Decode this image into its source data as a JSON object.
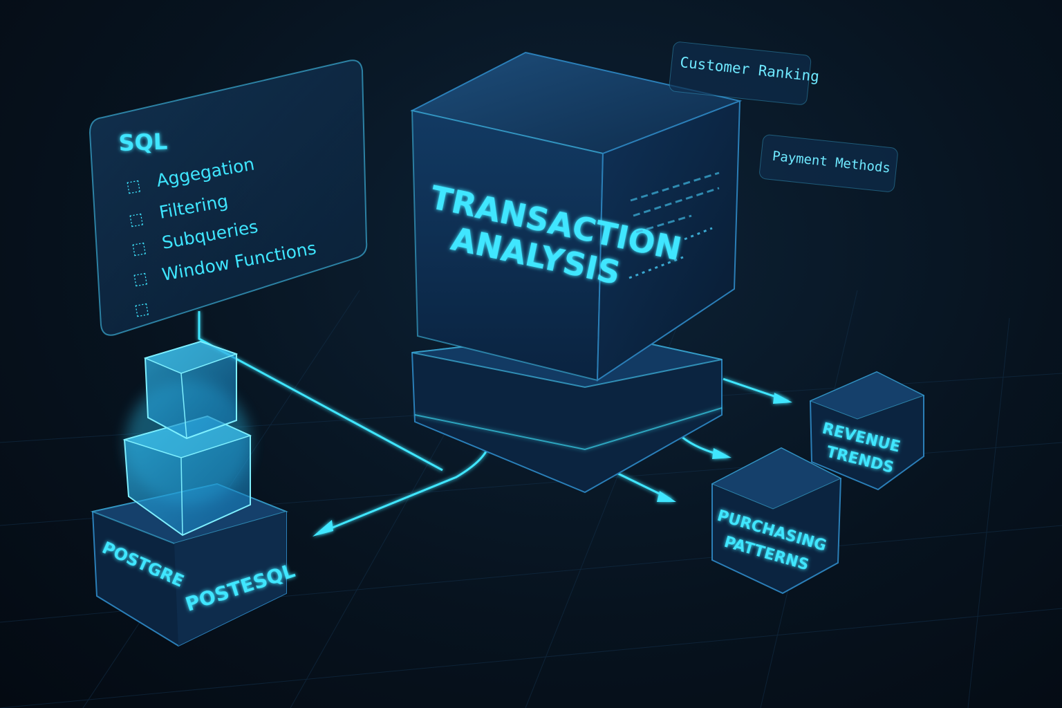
{
  "sql_panel": {
    "title": "SQL",
    "items": [
      "Aggegation",
      "Filtering",
      "Subqueries",
      "Window Functions",
      ""
    ]
  },
  "main_cube": {
    "title_line1": "TRANSACTION",
    "title_line2": "ANALYSIS"
  },
  "floating_tags": {
    "customer_ranking": "Customer Ranking",
    "payment_methods": "Payment Methods"
  },
  "database": {
    "label_left": "POSTGRE",
    "label_right": "POSTESQL"
  },
  "output_cubes": {
    "revenue_line1": "REVENUE",
    "revenue_line2": "TRENDS",
    "purchasing_line1": "PURCHASING",
    "purchasing_line2": "PATTERNS"
  },
  "colors": {
    "accent": "#3fe6ff",
    "cube_face": "#10365c",
    "background": "#07131f"
  }
}
